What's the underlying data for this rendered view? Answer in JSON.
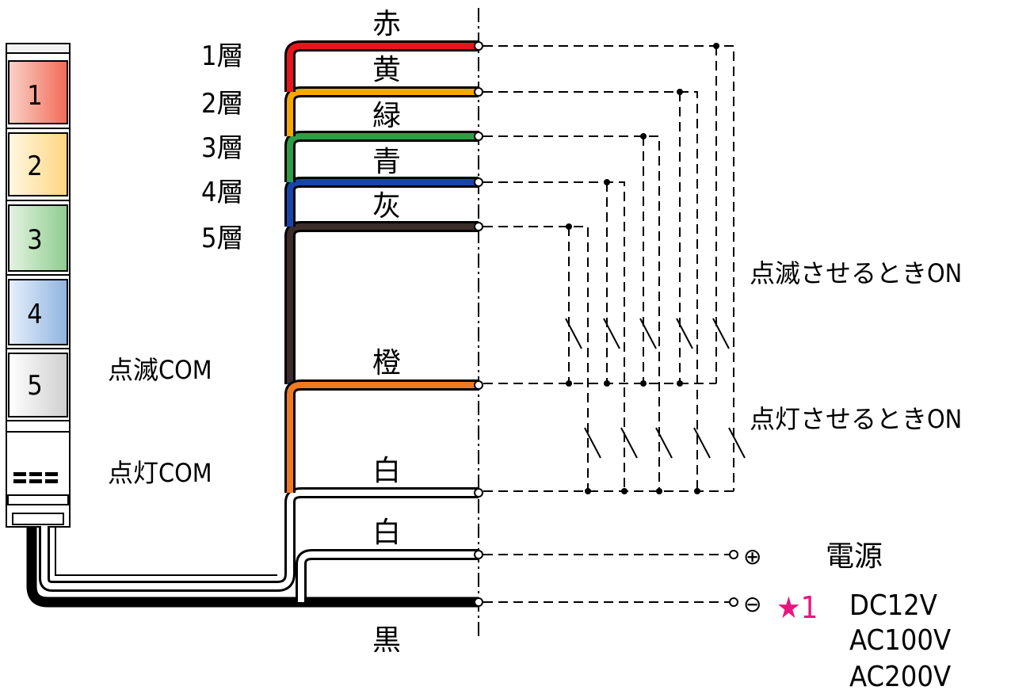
{
  "tower": {
    "tiers": [
      {
        "label": "1",
        "color": "#f26a58"
      },
      {
        "label": "2",
        "color": "#ffd580"
      },
      {
        "label": "3",
        "color": "#8fcc8f"
      },
      {
        "label": "4",
        "color": "#8fb4e0"
      },
      {
        "label": "5",
        "color": "#d9d9d9"
      }
    ]
  },
  "layers": [
    "1層",
    "2層",
    "3層",
    "4層",
    "5層"
  ],
  "wires": {
    "red": {
      "label": "赤",
      "color": "#e8141c"
    },
    "yellow": {
      "label": "黄",
      "color": "#f5a800"
    },
    "green": {
      "label": "緑",
      "color": "#2e9e44"
    },
    "blue": {
      "label": "青",
      "color": "#1746a8"
    },
    "gray": {
      "label": "灰",
      "color": "#3a2d2a"
    },
    "orange": {
      "label": "橙",
      "color": "#f07a22"
    },
    "white1": {
      "label": "白",
      "color": "#ffffff"
    },
    "white2": {
      "label": "白",
      "color": "#ffffff"
    },
    "black": {
      "label": "黒",
      "color": "#111111"
    }
  },
  "com": {
    "blink": "点滅COM",
    "light": "点灯COM"
  },
  "switch_labels": {
    "blink_on": "点滅させるときON",
    "light_on": "点灯させるときON"
  },
  "power": {
    "title": "電源",
    "plus": "⊕",
    "minus": "⊖",
    "star": "★1",
    "star_color": "#e8177f",
    "options": [
      "DC12V",
      "AC100V",
      "AC200V"
    ]
  }
}
